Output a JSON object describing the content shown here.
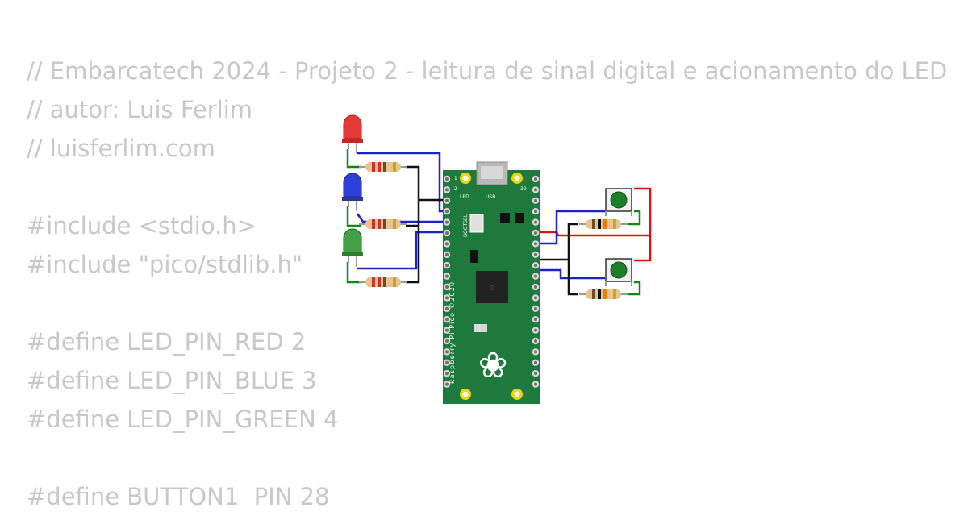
{
  "code_lines": [
    "// Embarcatech 2024 - Projeto 2 - leitura de sinal digital e acionamento do LED",
    "// autor: Luis Ferlim",
    "// luisferlim.com",
    "",
    "#include <stdio.h>",
    "#include \"pico/stdlib.h\"",
    "",
    "#define LED_PIN_RED 2",
    "#define LED_PIN_BLUE 3",
    "#define LED_PIN_GREEN 4",
    "",
    "#define BUTTON1  PIN 28"
  ],
  "board": {
    "name": "Raspberry Pi Pico ©2020",
    "led_label": "LED",
    "usb_label": "USB",
    "bootsel_label": "BOOTSEL",
    "pin1_label": "1",
    "pin2_label": "2",
    "pin39_label": "39"
  },
  "components": {
    "leds": [
      {
        "name": "red-led",
        "color": "#e53935"
      },
      {
        "name": "blue-led",
        "color": "#2e3fd9"
      },
      {
        "name": "green-led",
        "color": "#43a047"
      }
    ],
    "buttons": [
      {
        "name": "pushbutton-1",
        "color": "#1b7f2a"
      },
      {
        "name": "pushbutton-2",
        "color": "#1b7f2a"
      }
    ]
  },
  "colors": {
    "board": "#1d7a3c",
    "code_text": "#c8c8c8",
    "wire_blue": "#1a23c8",
    "wire_red": "#e01010",
    "wire_black": "#111111",
    "wire_green": "#118811"
  }
}
